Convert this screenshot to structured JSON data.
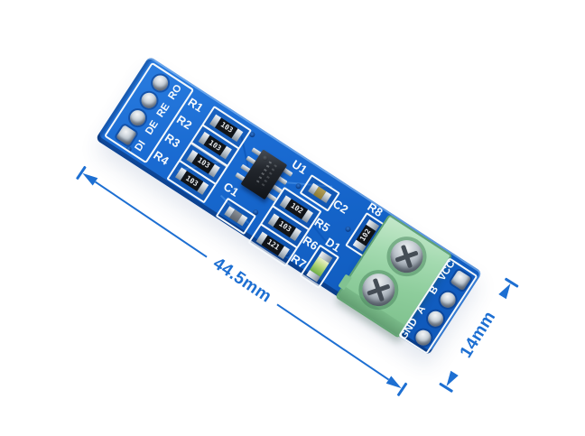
{
  "scene": {
    "description": "Product photo of a blue RS-485 to TTL converter PCB module (MAX485 type) shown at an angle on a white background with dimension callouts",
    "background_color": "#ffffff"
  },
  "board": {
    "pcb_color": "#1463c8",
    "silkscreen_color": "#ffffff",
    "left_pins": [
      "RO",
      "RE",
      "DE",
      "DI"
    ],
    "right_pins": [
      "VCC",
      "B",
      "A",
      "GND"
    ],
    "components": {
      "u1": {
        "label": "U1"
      },
      "c1": {
        "label": "C1"
      },
      "c2": {
        "label": "C2"
      },
      "d1": {
        "label": "D1"
      },
      "r1": {
        "label": "R1",
        "marking": "103"
      },
      "r2": {
        "label": "R2",
        "marking": "103"
      },
      "r3": {
        "label": "R3",
        "marking": "103"
      },
      "r4": {
        "label": "R4",
        "marking": "103"
      },
      "r5": {
        "label": "R5",
        "marking": "102"
      },
      "r6": {
        "label": "R6",
        "marking": "103"
      },
      "r7": {
        "label": "R7",
        "marking": "121"
      },
      "r8": {
        "label": "R8",
        "marking": "102"
      }
    },
    "terminal_block": {
      "color": "#94d1a1",
      "screw_count": 2
    }
  },
  "annotations": {
    "color": "#1d6fd2",
    "length_label": "44.5mm",
    "width_label": "14mm"
  }
}
